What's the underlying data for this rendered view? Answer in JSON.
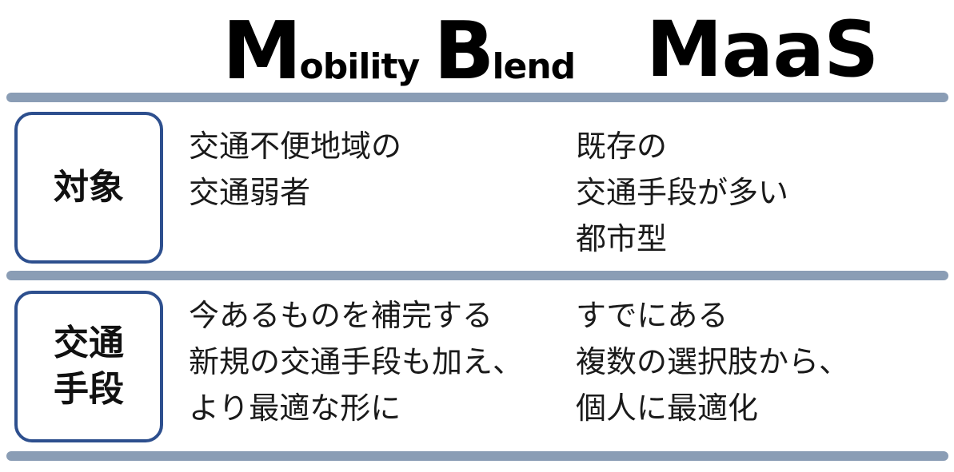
{
  "header": {
    "mobility_blend": {
      "m": "M",
      "obility": "obility",
      "b": "B",
      "lend": "lend"
    },
    "maas": "MaaS"
  },
  "rows": [
    {
      "label_lines": [
        "対象"
      ],
      "mobility_blend": [
        "交通不便地域の",
        "交通弱者"
      ],
      "maas": [
        "既存の",
        "交通手段が多い",
        "都市型"
      ]
    },
    {
      "label_lines": [
        "交通",
        "手段"
      ],
      "mobility_blend": [
        "今あるものを補完する",
        "新規の交通手段も加え、",
        "より最適な形に"
      ],
      "maas": [
        "すでにある",
        "複数の選択肢から、",
        "個人に最適化"
      ]
    }
  ],
  "colors": {
    "divider": "#8a9db5",
    "label_border": "#2d4f8e"
  }
}
